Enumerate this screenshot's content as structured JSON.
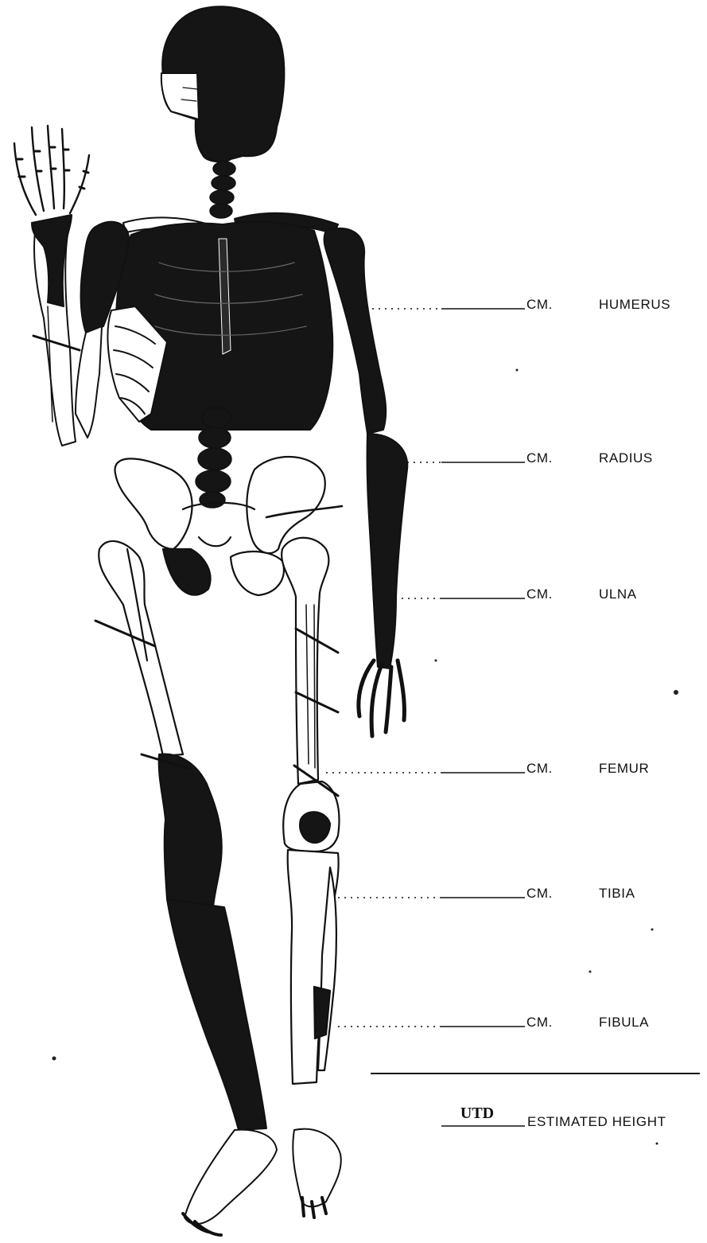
{
  "skeleton_chart": {
    "measurements": [
      {
        "unit": "CM.",
        "bone": "HUMERUS",
        "value": ""
      },
      {
        "unit": "CM.",
        "bone": "RADIUS",
        "value": ""
      },
      {
        "unit": "CM.",
        "bone": "ULNA",
        "value": ""
      },
      {
        "unit": "CM.",
        "bone": "FEMUR",
        "value": ""
      },
      {
        "unit": "CM.",
        "bone": "TIBIA",
        "value": ""
      },
      {
        "unit": "CM.",
        "bone": "FIBULA",
        "value": ""
      }
    ],
    "estimated_height": {
      "value": "UTD",
      "label": "ESTIMATED HEIGHT"
    },
    "colors": {
      "ink": "#111111",
      "shaded_bone": "#151515",
      "paper": "#ffffff"
    }
  }
}
